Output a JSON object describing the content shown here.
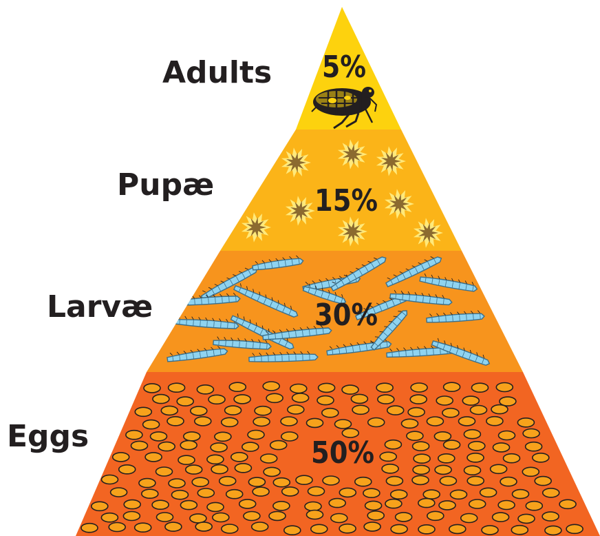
{
  "tiers": [
    {
      "name": "Adults",
      "percent": "5%",
      "color": "#fdd20e",
      "icon": "flea-icon"
    },
    {
      "name": "Pupæ",
      "percent": "15%",
      "color": "#fbb418",
      "icon": "pupa-icon"
    },
    {
      "name": "Larvæ",
      "percent": "30%",
      "color": "#f7941d",
      "icon": "larva-icon"
    },
    {
      "name": "Eggs",
      "percent": "50%",
      "color": "#f26522",
      "icon": "egg-icon"
    }
  ],
  "colors": {
    "text": "#231f20",
    "pupa": "#8b6a2f",
    "pupa_halo": "#ffe97a",
    "larva": "#8fd3f0",
    "larva_outline": "#3a6e8a",
    "egg": "#f7a21b",
    "egg_outline": "#231f20"
  }
}
